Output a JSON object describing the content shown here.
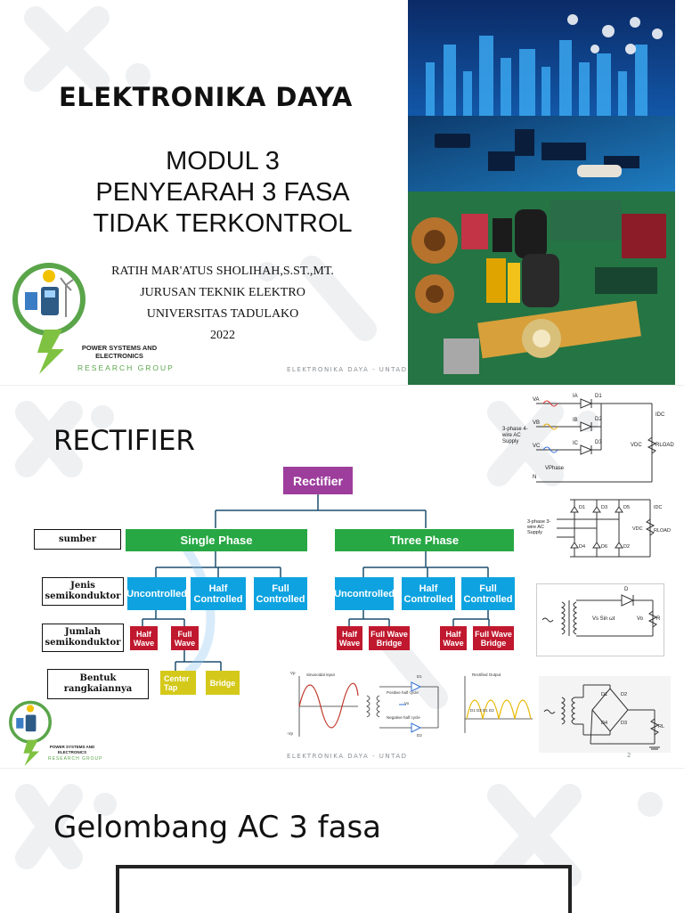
{
  "slide1": {
    "title": "ELEKTRONIKA DAYA",
    "subtitle_lines": [
      "MODUL 3",
      "PENYEARAH 3 FASA",
      "TIDAK TERKONTROL"
    ],
    "author_lines": [
      "RATIH MAR'ATUS SHOLIHAH,S.ST.,MT.",
      "JURUSAN TEKNIK ELEKTRO",
      "UNIVERSITAS TADULAKO",
      "2022"
    ],
    "logo_line1": "POWER SYSTEMS AND",
    "logo_line2": "ELECTRONICS",
    "logo_line3": "RESEARCH GROUP",
    "footer": "ELEKTRONIKA DAYA - UNTAD"
  },
  "slide2": {
    "title": "RECTIFIER",
    "tree": {
      "root": "Rectifier",
      "single": "Single Phase",
      "three": "Three Phase",
      "sp_unc": "Uncontrolled",
      "sp_half": "Half Controlled",
      "sp_full": "Full Controlled",
      "tp_unc": "Uncontrolled",
      "tp_half": "Half Controlled",
      "tp_full": "Full Controlled",
      "sp_hw": "Half Wave",
      "sp_fw": "Full Wave",
      "tp_hw": "Half Wave",
      "tp_fwb": "Full Wave Bridge",
      "tp_hw2": "Half Wave",
      "tp_fwb2": "Full Wave Bridge",
      "ct": "Center Tap",
      "bridge": "Bridge"
    },
    "labels": {
      "sumber": "sumber",
      "jenis": "Jenis semikonduktor",
      "jumlah": "Jumlah semikonduktor",
      "bentuk": "Bentuk rangkaiannya"
    },
    "logo_line1": "POWER SYSTEMS AND",
    "logo_line2": "ELECTRONICS",
    "logo_line3": "RESEARCH GROUP",
    "footer": "ELEKTRONIKA DAYA - UNTAD",
    "page": "2",
    "circuit1_text": {
      "va": "VA",
      "vb": "VB",
      "vc": "VC",
      "ia": "IA",
      "ib": "IB",
      "ic": "IC",
      "d1": "D1",
      "d2": "D2",
      "d3": "D3",
      "supply": "3-phase 4-wire AC Supply",
      "n": "N",
      "rload": "RLOAD",
      "vdc": "VDC",
      "idc": "IDC",
      "vphase": "VPhase"
    },
    "circuit2_text": {
      "supply": "3-phase 3-wire AC Supply",
      "d1": "D1",
      "d3": "D3",
      "d5": "D5",
      "d4": "D4",
      "d6": "D6",
      "d2": "D2",
      "vdc": "VDC",
      "rload": "RLOAD",
      "idc": "IDC"
    },
    "circuit3_text": {
      "d": "D",
      "vs": "Vs Sin ωt",
      "vo": "Vo",
      "r": "R"
    },
    "circuit4_text": {
      "d1": "D1",
      "d2": "D2",
      "d3": "D3",
      "d4": "D4",
      "rl": "RL"
    },
    "ct_text": {
      "vp": "Vp",
      "vpneg": "-Vp",
      "sin": "Sinusoidal input",
      "pos": "Positive half cycle",
      "neg": "Negative half cycle",
      "d1": "D1",
      "d2": "D2",
      "vo": "Vo",
      "out": "Rectified Output",
      "d": "D1 D2 D1 D2"
    }
  },
  "slide3": {
    "title": "Gelombang AC 3 fasa"
  },
  "colors": {
    "root": "#9d3d9c",
    "green": "#27a844",
    "blue": "#0ea3e0",
    "red": "#c0182e",
    "yellow": "#d4c91a",
    "logo_green": "#5aa54a"
  }
}
